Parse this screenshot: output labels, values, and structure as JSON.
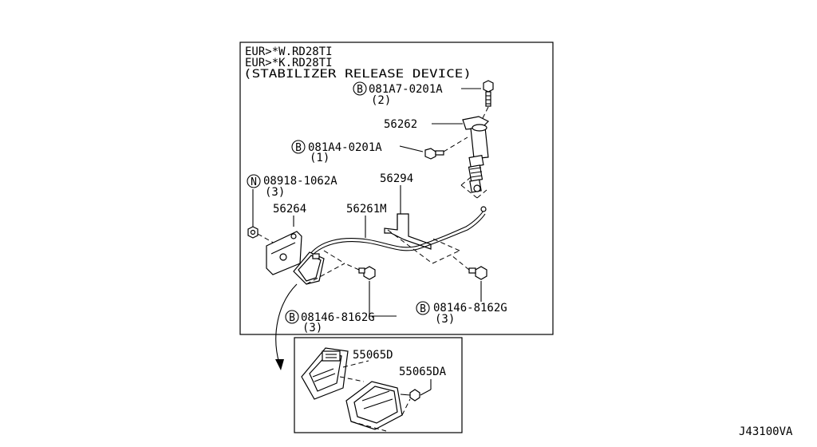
{
  "header": {
    "line1": "EUR>*W.RD28TI",
    "line2": "EUR>*K.RD28TI",
    "line3": "(STABILIZER RELEASE DEVICE)"
  },
  "parts": {
    "bolt_top": {
      "symbol": "B",
      "code": "081A7-0201A",
      "qty": "(2)"
    },
    "cylinder": {
      "code": "56262"
    },
    "bolt_mid": {
      "symbol": "B",
      "code": "081A4-0201A",
      "qty": "(1)"
    },
    "nut": {
      "symbol": "N",
      "code": "08918-1062A",
      "qty": "(3)"
    },
    "bracket_right": {
      "code": "56294"
    },
    "bracket_left": {
      "code": "56264"
    },
    "cable": {
      "code": "56261M"
    },
    "bolt_left": {
      "symbol": "B",
      "code": "08146-8162G",
      "qty": "(3)"
    },
    "bolt_right": {
      "symbol": "B",
      "code": "08146-8162G",
      "qty": "(3)"
    },
    "relay": {
      "code": "55065D"
    },
    "relay_cover": {
      "code": "55065DA"
    }
  },
  "footer": {
    "diagram_code": "J43100VA"
  }
}
